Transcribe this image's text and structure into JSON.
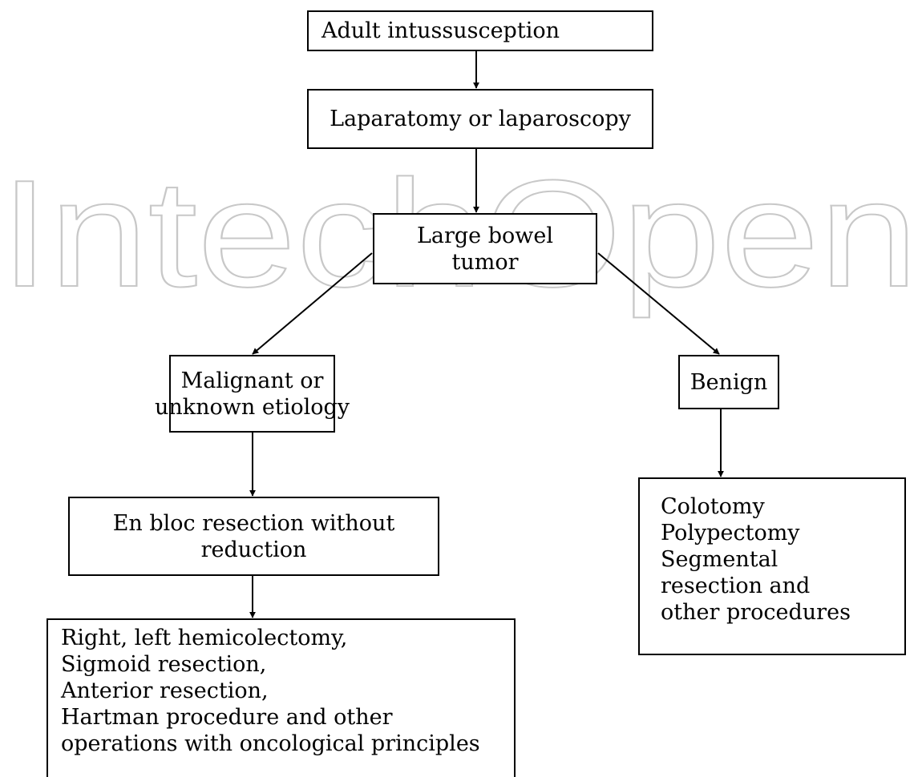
{
  "diagram": {
    "watermark": "IntechOpen",
    "nodes": {
      "adult": {
        "lines": [
          "Adult intussusception"
        ]
      },
      "lap": {
        "lines": [
          "Laparatomy or laparoscopy"
        ]
      },
      "large": {
        "lines": [
          "Large bowel",
          "tumor"
        ]
      },
      "malig": {
        "lines": [
          "Malignant or",
          "unknown etiology"
        ]
      },
      "benign": {
        "lines": [
          "Benign"
        ]
      },
      "enbloc": {
        "lines": [
          "En bloc resection without",
          "reduction"
        ]
      },
      "right": {
        "lines": [
          "Right, left hemicolectomy,",
          "Sigmoid resection,",
          "Anterior resection,",
          "Hartman procedure and other",
          "operations with oncological principles"
        ]
      },
      "colo": {
        "lines": [
          "Colotomy",
          "Polypectomy",
          "Segmental",
          "resection and",
          "other procedures"
        ]
      }
    },
    "edges": [
      {
        "from": "adult",
        "to": "lap"
      },
      {
        "from": "lap",
        "to": "large"
      },
      {
        "from": "large",
        "to": "malig"
      },
      {
        "from": "large",
        "to": "benign"
      },
      {
        "from": "malig",
        "to": "enbloc"
      },
      {
        "from": "benign",
        "to": "colo"
      },
      {
        "from": "enbloc",
        "to": "right"
      }
    ]
  }
}
